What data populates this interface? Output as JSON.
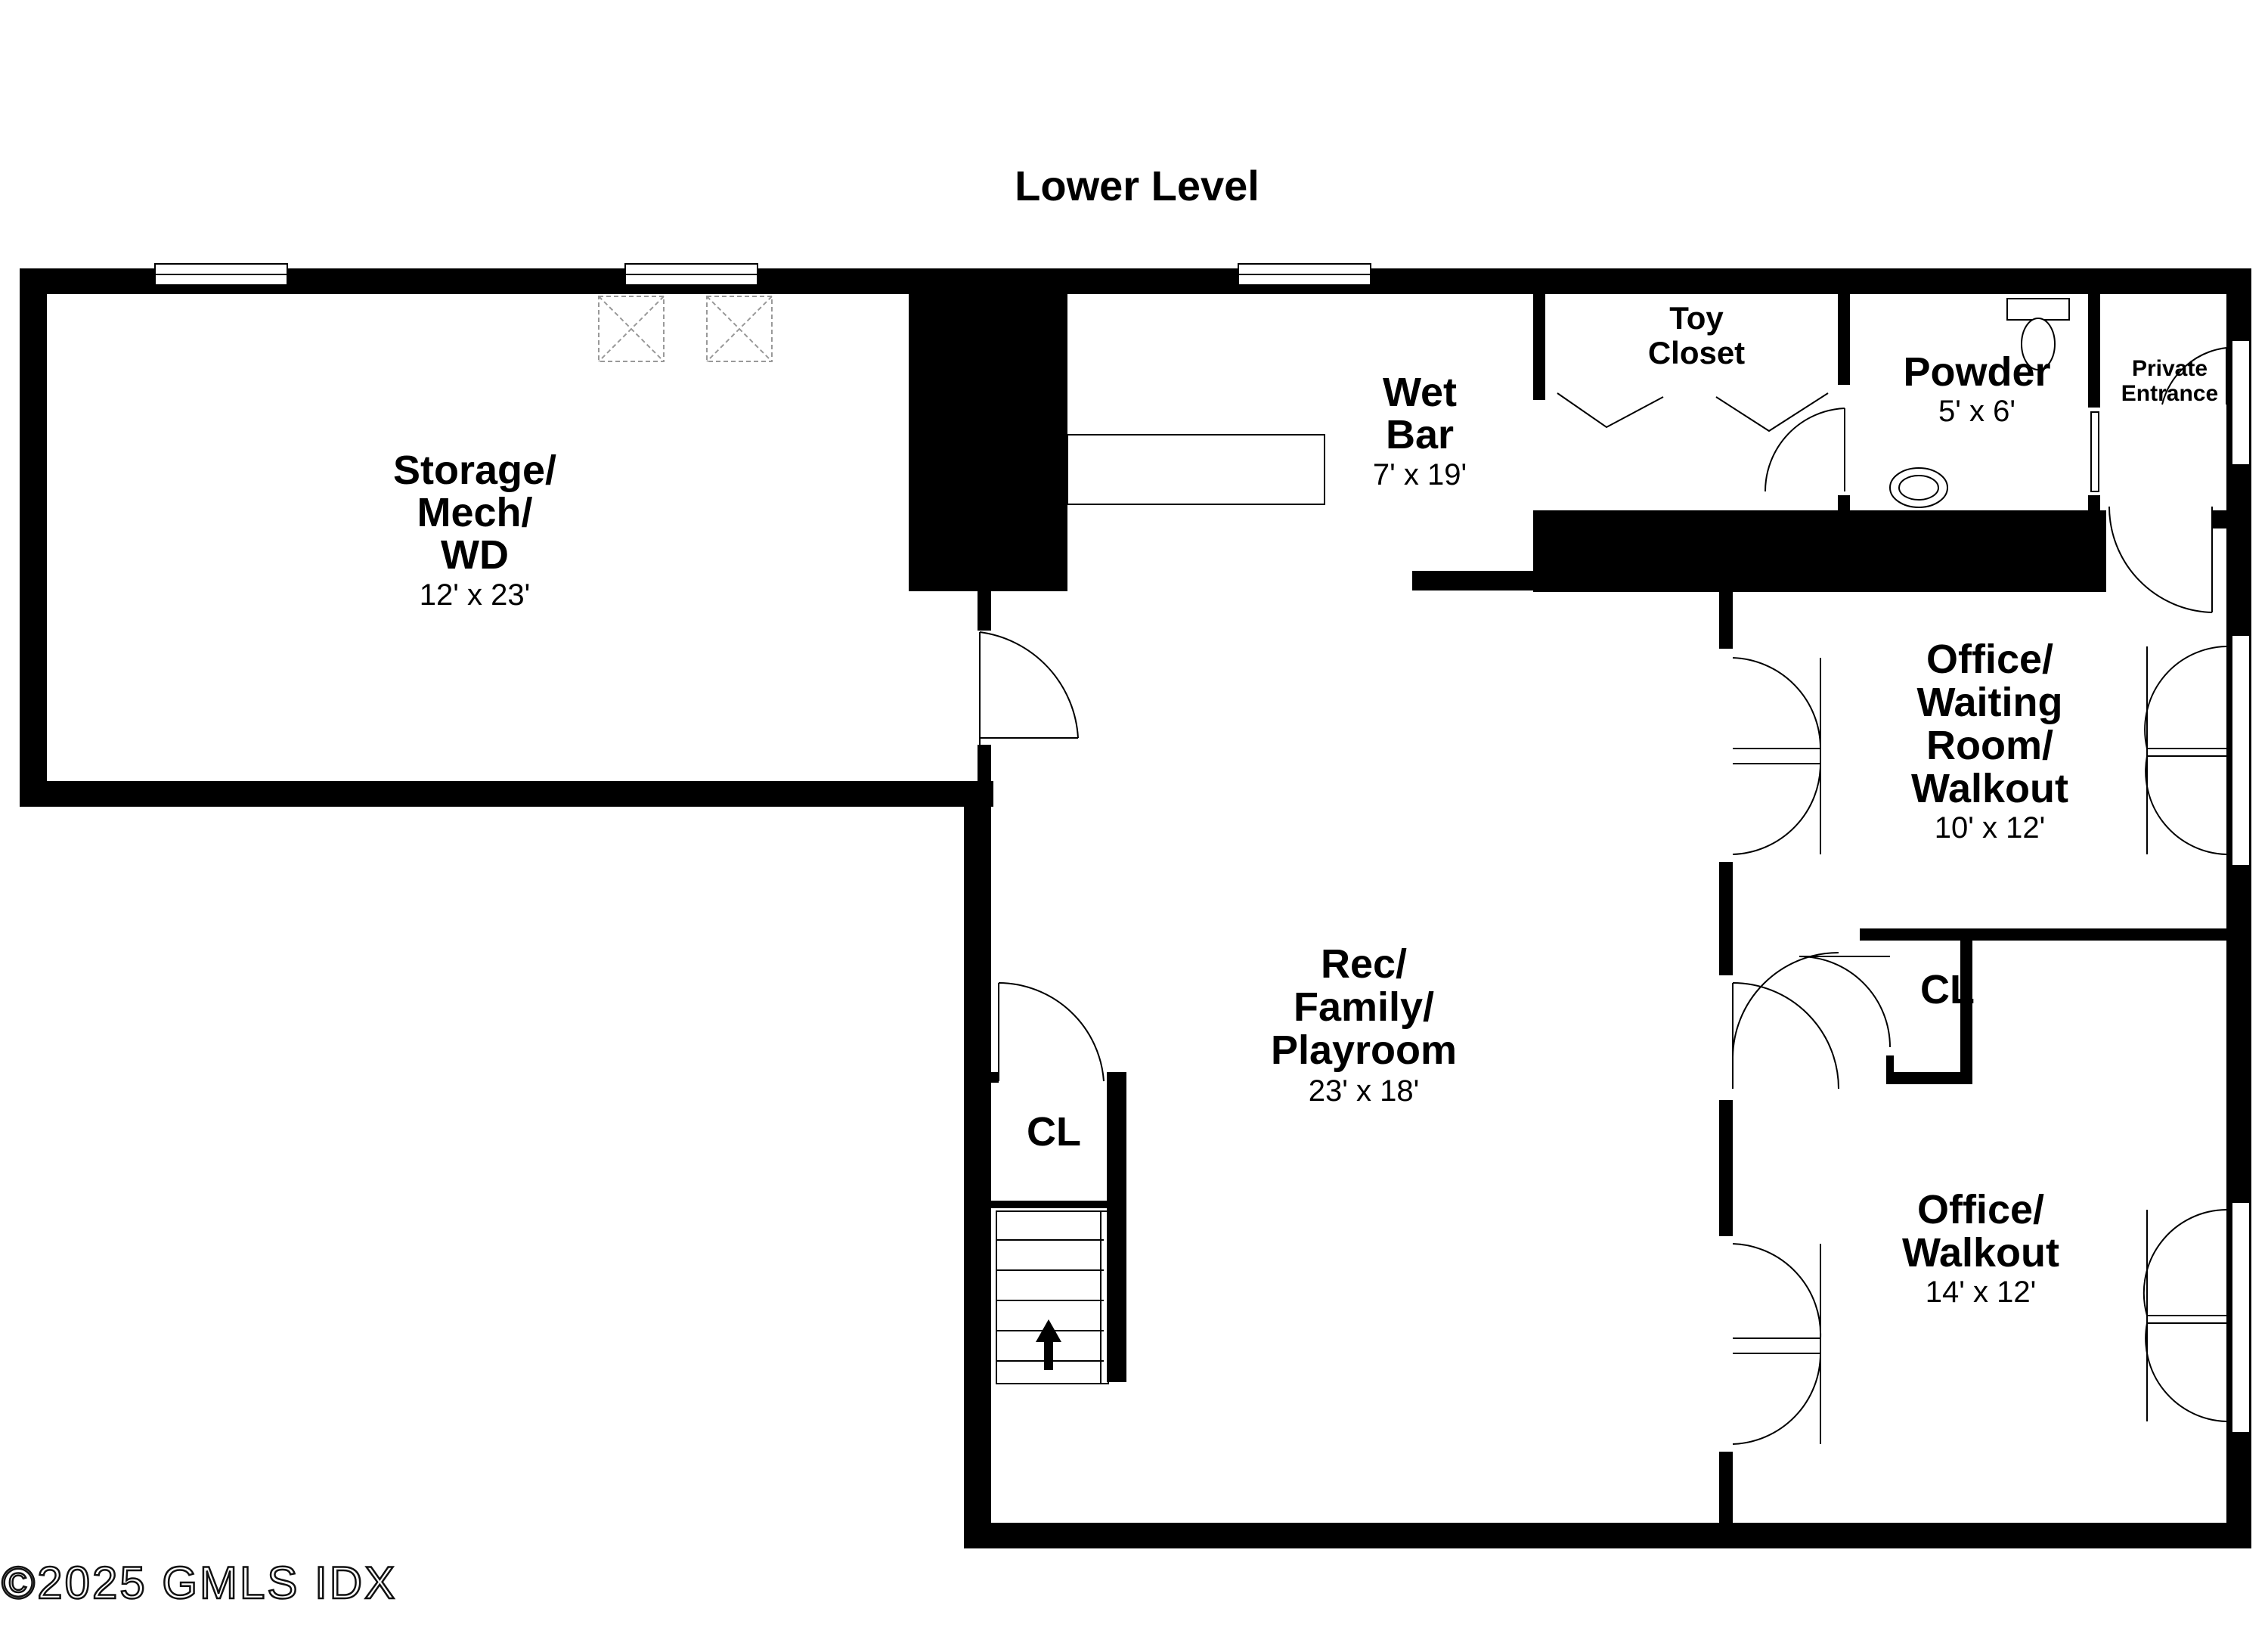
{
  "plan": {
    "title": "Lower Level",
    "watermark": "©2025 GMLS IDX"
  },
  "rooms": {
    "storage": {
      "name_lines": [
        "Storage/",
        "Mech/",
        "WD"
      ],
      "dimensions": "12' x 23'"
    },
    "wet_bar": {
      "name_lines": [
        "Wet",
        "Bar"
      ],
      "dimensions": "7' x 19'"
    },
    "toy_closet": {
      "name_lines": [
        "Toy",
        "Closet"
      ]
    },
    "powder": {
      "name_lines": [
        "Powder"
      ],
      "dimensions": "5' x 6'"
    },
    "private_entrance": {
      "name_lines": [
        "Private",
        "Entrance"
      ]
    },
    "office_waiting": {
      "name_lines": [
        "Office/",
        "Waiting",
        "Room/",
        "Walkout"
      ],
      "dimensions": "10' x 12'"
    },
    "closet_right": {
      "name_lines": [
        "CL"
      ]
    },
    "rec_family": {
      "name_lines": [
        "Rec/",
        "Family/",
        "Playroom"
      ],
      "dimensions": "23' x 18'"
    },
    "closet_stair": {
      "name_lines": [
        "CL"
      ]
    },
    "office_walkout": {
      "name_lines": [
        "Office/",
        "Walkout"
      ],
      "dimensions": "14' x 12'"
    }
  },
  "icons": {
    "stair": "stair-up-arrow-icon"
  }
}
